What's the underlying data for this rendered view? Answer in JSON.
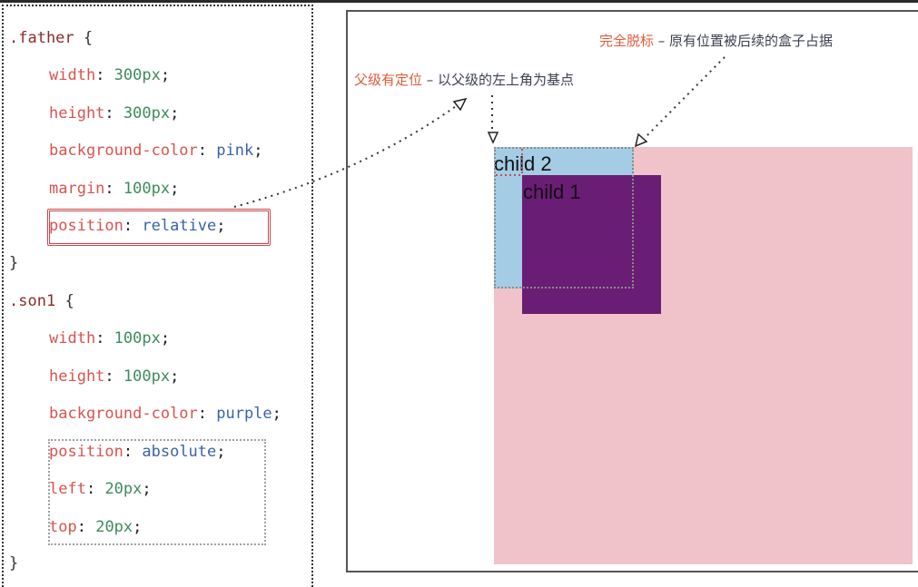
{
  "code": {
    "father_selector": ".father",
    "open_brace": "{",
    "close_brace": "}",
    "father_rules": [
      {
        "prop": "width",
        "value": "300px",
        "kind": "num"
      },
      {
        "prop": "height",
        "value": "300px",
        "kind": "num"
      },
      {
        "prop": "background-color",
        "value": "pink",
        "kind": "kw"
      },
      {
        "prop": "margin",
        "value": "100px",
        "kind": "num"
      },
      {
        "prop": "position",
        "value": "relative",
        "kind": "kw"
      }
    ],
    "son_selector": ".son1",
    "son_rules": [
      {
        "prop": "width",
        "value": "100px",
        "kind": "num"
      },
      {
        "prop": "height",
        "value": "100px",
        "kind": "num"
      },
      {
        "prop": "background-color",
        "value": "purple",
        "kind": "kw"
      },
      {
        "prop": "position",
        "value": "absolute",
        "kind": "kw"
      },
      {
        "prop": "left",
        "value": "20px",
        "kind": "num"
      },
      {
        "prop": "top",
        "value": "20px",
        "kind": "num"
      }
    ]
  },
  "annotations": {
    "parent_positioned": {
      "highlight": "父级有定位",
      "rest": " – 以父级的左上角为基点"
    },
    "out_of_flow": {
      "highlight": "完全脱标",
      "rest": " – 原有位置被后续的盒子占据"
    }
  },
  "demo": {
    "child2_label": "child 2",
    "child1_label": "child 1"
  },
  "colors": {
    "father_bg": "#efc3c9",
    "child2_bg": "#a4cce5",
    "child1_bg": "#6a1d74",
    "highlight_text": "#e05a3a",
    "relative_box_border": "#c9474c"
  }
}
